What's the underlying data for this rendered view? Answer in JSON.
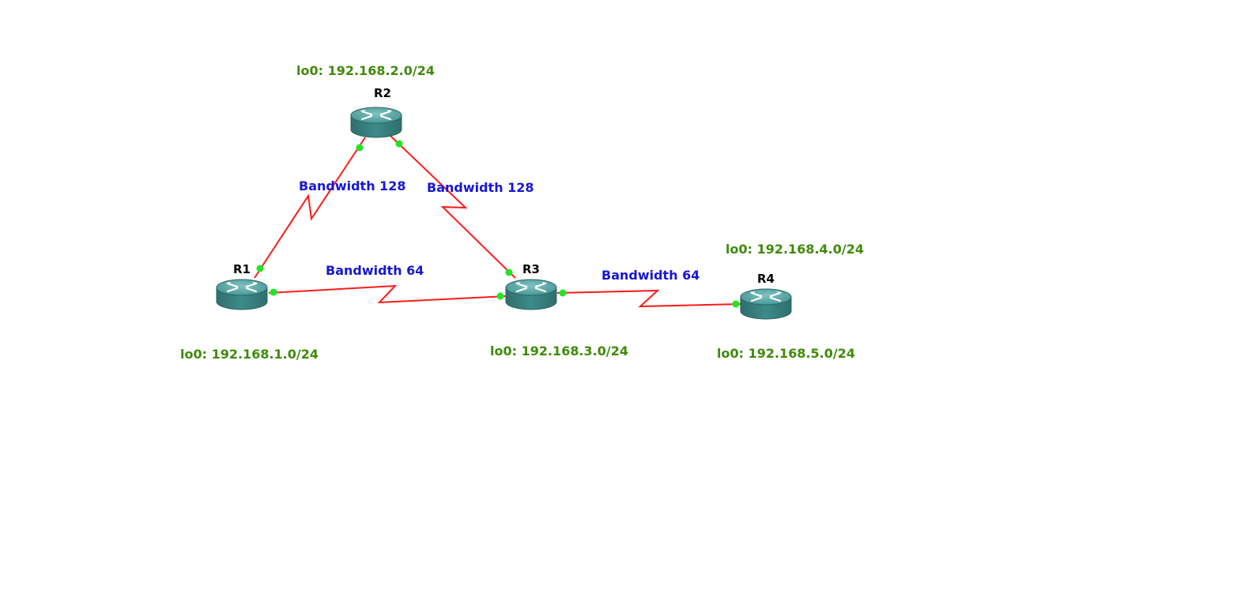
{
  "colors": {
    "link": "#ff1a1a",
    "port": "#22e622",
    "network_label": "#3f8a0a",
    "bandwidth_label": "#1616d8",
    "router_body": "#3d8a8a",
    "router_top": "#57a7a5",
    "router_bottom": "#2f6f6e"
  },
  "routers": [
    {
      "id": "R1",
      "label": "R1",
      "icon": "router-icon"
    },
    {
      "id": "R2",
      "label": "R2",
      "icon": "router-icon"
    },
    {
      "id": "R3",
      "label": "R3",
      "icon": "router-icon"
    },
    {
      "id": "R4",
      "label": "R4",
      "icon": "router-icon"
    }
  ],
  "links": [
    {
      "from": "R1",
      "to": "R2",
      "label": "Bandwidth 128"
    },
    {
      "from": "R2",
      "to": "R3",
      "label": "Bandwidth 128"
    },
    {
      "from": "R1",
      "to": "R3",
      "label": "Bandwidth 64"
    },
    {
      "from": "R3",
      "to": "R4",
      "label": "Bandwidth 64"
    }
  ],
  "networks": [
    {
      "router": "R1",
      "text": "lo0: 192.168.1.0/24"
    },
    {
      "router": "R2",
      "text": "lo0: 192.168.2.0/24"
    },
    {
      "router": "R3",
      "text": "lo0: 192.168.3.0/24"
    },
    {
      "router": "R4",
      "text": "lo0: 192.168.4.0/24"
    },
    {
      "router": "R4",
      "text": "lo0: 192.168.5.0/24"
    }
  ]
}
